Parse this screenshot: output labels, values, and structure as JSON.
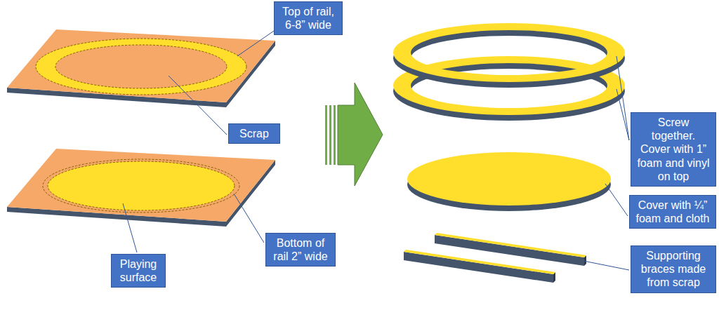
{
  "diagram": {
    "nodes": [
      {
        "text": [
          "Top of rail, 6-8” wide"
        ]
      },
      {
        "text": [
          "Scrap"
        ]
      },
      {
        "text": [
          "Playing surface"
        ]
      },
      {
        "text": [
          "Bottom of rail 2” wide"
        ]
      },
      {
        "text": [
          "Screw together. Cover with 1” foam and vinyl on top"
        ]
      },
      {
        "text": [
          "Cover with ¼” foam and cloth"
        ]
      },
      {
        "text": [
          "Supporting braces made from scrap"
        ]
      }
    ]
  }
}
